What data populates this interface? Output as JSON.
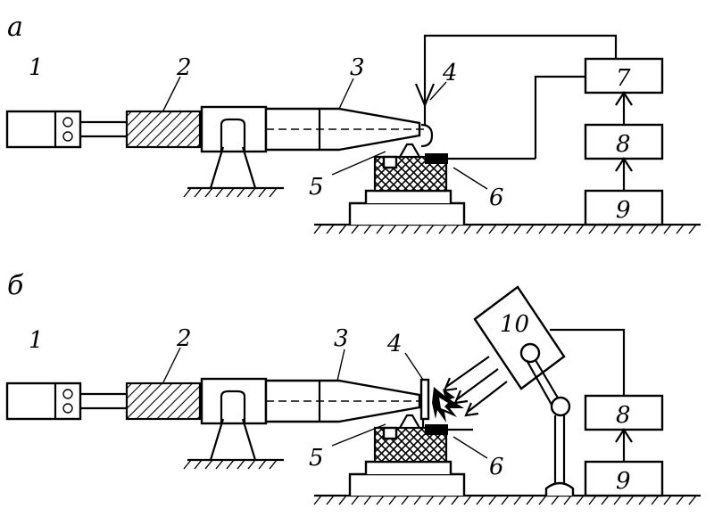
{
  "panels": {
    "a": {
      "letter": "а"
    },
    "b": {
      "letter": "б"
    }
  },
  "labels": {
    "n1": "1",
    "n2": "2",
    "n3": "3",
    "n4": "4",
    "n5": "5",
    "n6": "6",
    "n7": "7",
    "n8": "8",
    "n9": "9",
    "n10": "10"
  }
}
